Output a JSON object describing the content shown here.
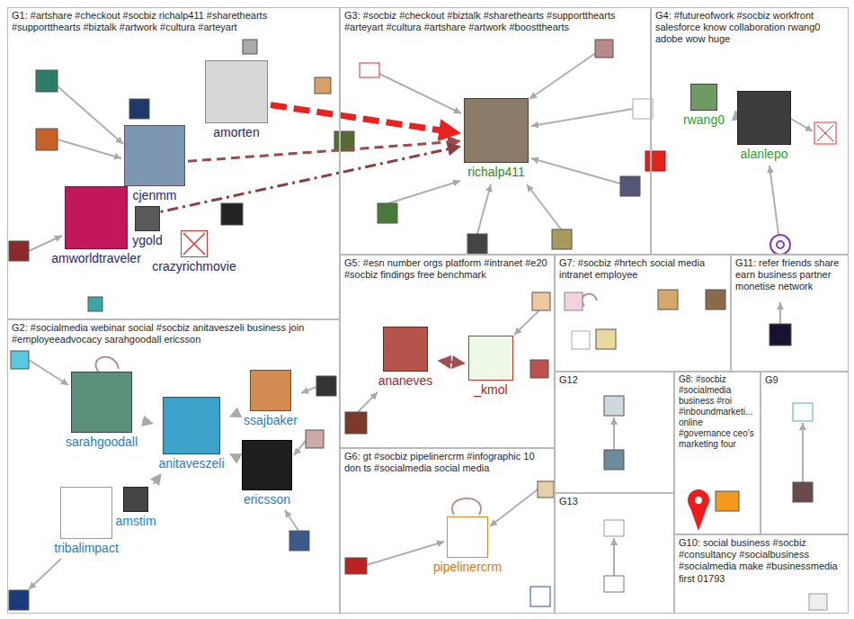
{
  "diagram": {
    "nodes": [
      {
        "text": [
          "G1: #artshare #checkout #socbiz richalp411 #sharethearts #supportthearts #biztalk #artwork #cultura #arteyart"
        ]
      },
      {
        "text": [
          "amorten"
        ],
        "in": 0
      },
      {
        "text": [
          "cjenmm"
        ],
        "in": 0
      },
      {
        "text": [
          "amworldtraveler"
        ],
        "in": 0
      },
      {
        "text": [
          "ygold"
        ],
        "in": 0
      },
      {
        "text": [
          "crazyrichmovie"
        ],
        "in": 0
      },
      {
        "text": [
          "G3: #socbiz #checkout #biztalk #sharethearts #supportthearts #arteyart #cultura #artshare #artwork #boostthearts"
        ]
      },
      {
        "text": [
          "richalp411"
        ],
        "in": 6
      },
      {
        "text": [
          "G4: #futureofwork #socbiz workfront salesforce know collaboration rwang0 adobe wow huge"
        ]
      },
      {
        "text": [
          "rwang0"
        ],
        "in": 8
      },
      {
        "text": [
          "alanlepo"
        ],
        "in": 8
      },
      {
        "text": [
          "G5: #esn number orgs platform #intranet #e20 #socbiz findings free benchmark"
        ]
      },
      {
        "text": [
          "ananeves"
        ],
        "in": 11
      },
      {
        "text": [
          "_kmol"
        ],
        "in": 11
      },
      {
        "text": [
          "G7: #socbiz #hrtech social media intranet employee"
        ]
      },
      {
        "text": [
          "G11: refer friends share earn business partner monetise network"
        ]
      },
      {
        "text": [
          "G2: #socialmedia webinar social #socbiz anitaveszeli business join #employeeadvocacy sarahgoodall ericsson"
        ]
      },
      {
        "text": [
          "sarahgoodall"
        ],
        "in": 16
      },
      {
        "text": [
          "ssajbaker"
        ],
        "in": 16
      },
      {
        "text": [
          "anitaveszeli"
        ],
        "in": 16
      },
      {
        "text": [
          "amstim"
        ],
        "in": 16
      },
      {
        "text": [
          "ericsson"
        ],
        "in": 16
      },
      {
        "text": [
          "tribalimpact"
        ],
        "in": 16
      },
      {
        "text": [
          "G12"
        ]
      },
      {
        "text": [
          "G8: #socbiz #socialmedia business #roi #inboundmarketi... online #governance ceo's marketing four"
        ]
      },
      {
        "text": [
          "G9"
        ]
      },
      {
        "text": [
          "G6: gt #socbiz pipelinercrm #infographic 10 don ts #socialmedia social media"
        ]
      },
      {
        "text": [
          "pipelinercrm"
        ],
        "in": 26
      },
      {
        "text": [
          "G13"
        ]
      },
      {
        "text": [
          "G10: social business #socbiz #consultancy #socialbusiness #socialmedia make #businessmedia first 01793"
        ]
      }
    ],
    "edges": [
      {
        "from": 1,
        "to": 7,
        "arrow": "to"
      },
      {
        "from": 2,
        "to": 7,
        "arrow": "to"
      },
      {
        "from": 3,
        "to": 7,
        "arrow": "to"
      },
      {
        "from": 10,
        "to": 9,
        "arrow": "to"
      },
      {
        "from": 12,
        "to": 13,
        "arrow": "both"
      },
      {
        "from": 17,
        "to": 19,
        "arrow": "to"
      },
      {
        "from": 18,
        "to": 19,
        "arrow": "to"
      },
      {
        "from": 20,
        "to": 19,
        "arrow": "to"
      },
      {
        "from": 21,
        "to": 19,
        "arrow": "to"
      }
    ]
  }
}
